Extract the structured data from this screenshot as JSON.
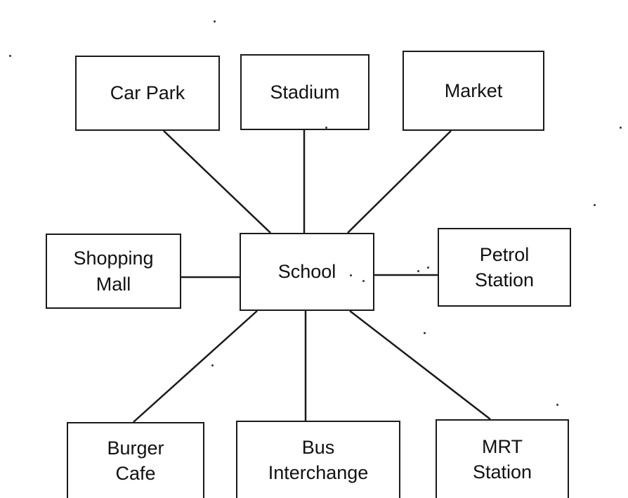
{
  "diagram": {
    "center": {
      "id": "school",
      "lines": [
        "School"
      ]
    },
    "nodes": [
      {
        "id": "car-park",
        "lines": [
          "Car Park"
        ]
      },
      {
        "id": "stadium",
        "lines": [
          "Stadium"
        ]
      },
      {
        "id": "market",
        "lines": [
          "Market"
        ]
      },
      {
        "id": "shopping-mall",
        "lines": [
          "Shopping",
          "Mall"
        ]
      },
      {
        "id": "petrol-station",
        "lines": [
          "Petrol",
          "Station"
        ]
      },
      {
        "id": "burger-cafe",
        "lines": [
          "Burger",
          "Cafe"
        ]
      },
      {
        "id": "bus-interchange",
        "lines": [
          "Bus",
          "Interchange"
        ]
      },
      {
        "id": "mrt-station",
        "lines": [
          "MRT",
          "Station"
        ]
      }
    ],
    "edges": [
      {
        "from": "school",
        "to": "car-park"
      },
      {
        "from": "school",
        "to": "stadium"
      },
      {
        "from": "school",
        "to": "market"
      },
      {
        "from": "school",
        "to": "shopping-mall"
      },
      {
        "from": "school",
        "to": "petrol-station"
      },
      {
        "from": "school",
        "to": "burger-cafe"
      },
      {
        "from": "school",
        "to": "bus-interchange"
      },
      {
        "from": "school",
        "to": "mrt-station"
      }
    ],
    "colors": {
      "stroke": "#1a1a1a",
      "text": "#111111",
      "background": "#ffffff"
    }
  }
}
